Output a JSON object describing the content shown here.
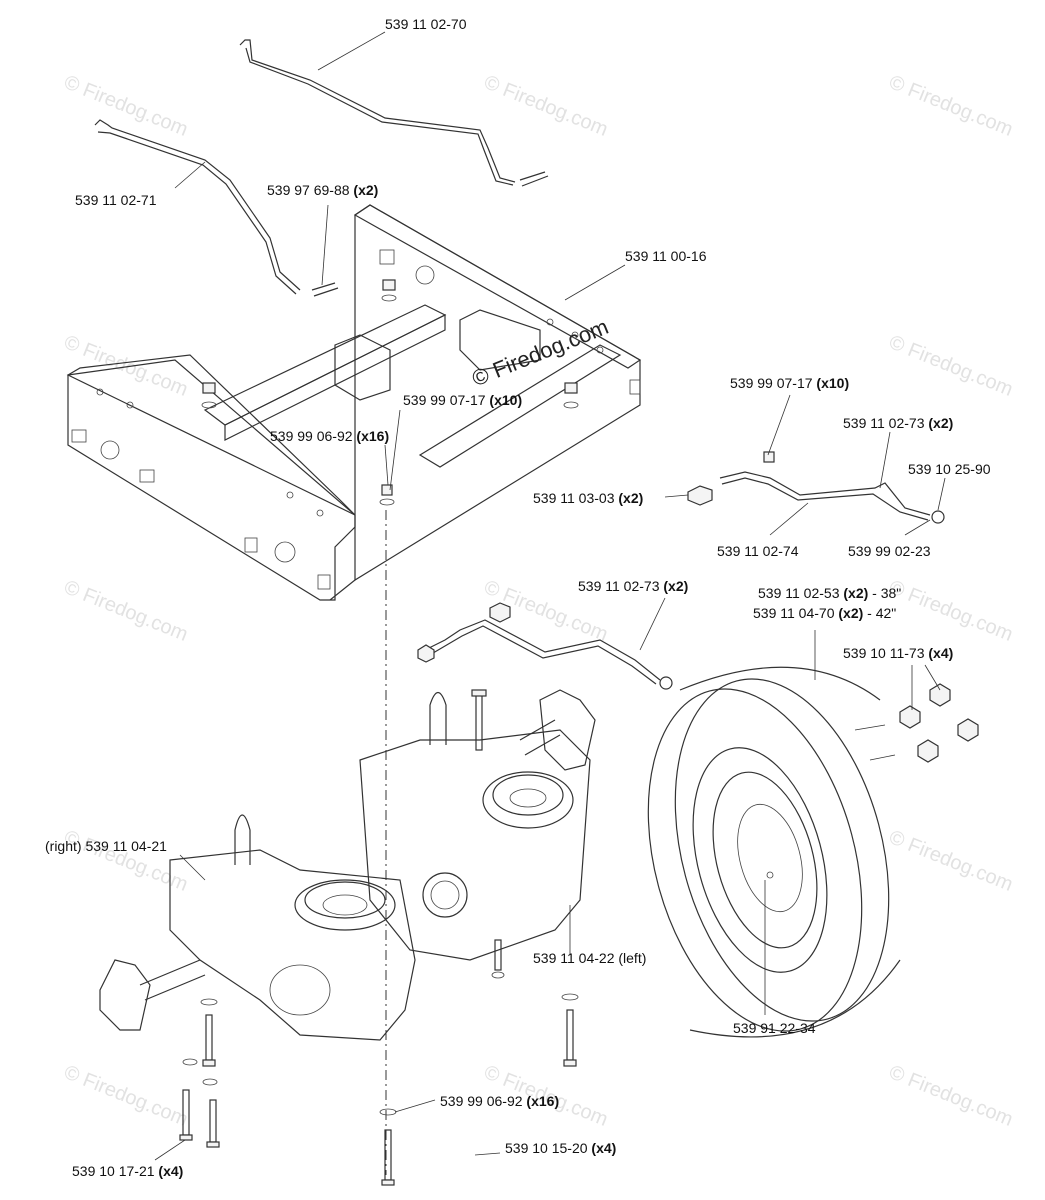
{
  "watermark": {
    "text": "© Firedog.com",
    "center_text": "© Firedog.com"
  },
  "labels": {
    "l1": {
      "part": "539 11 02-70",
      "qty": ""
    },
    "l2": {
      "part": "539 11 02-71",
      "qty": ""
    },
    "l3": {
      "part": "539 97 69-88",
      "qty": "(x2)"
    },
    "l4": {
      "part": "539 11 00-16",
      "qty": ""
    },
    "l5": {
      "part": "539 99 07-17",
      "qty": "(x10)"
    },
    "l6": {
      "part": "539 99 06-92",
      "qty": "(x16)"
    },
    "l7": {
      "part": "539 99 07-17",
      "qty": "(x10)"
    },
    "l8": {
      "part": "539 11 02-73",
      "qty": "(x2)"
    },
    "l9": {
      "part": "539 10 25-90",
      "qty": ""
    },
    "l10": {
      "part": "539 11 03-03",
      "qty": "(x2)"
    },
    "l11": {
      "part": "539 11 02-74",
      "qty": ""
    },
    "l12": {
      "part": "539 99 02-23",
      "qty": ""
    },
    "l13": {
      "part": "539 11 02-73",
      "qty": "(x2)"
    },
    "l14": {
      "part": "539 11 02-53",
      "qty": "(x2)",
      "suffix": "- 38\""
    },
    "l15": {
      "part": "539 11 04-70",
      "qty": "(x2)",
      "suffix": "- 42\""
    },
    "l16": {
      "part": "539 10 11-73",
      "qty": "(x4)"
    },
    "l17": {
      "part": "(right) 539 11 04-21",
      "qty": ""
    },
    "l18": {
      "part": "539 11 04-22 (left)",
      "qty": ""
    },
    "l19": {
      "part": "539 91 22-34",
      "qty": ""
    },
    "l20": {
      "part": "539 99 06-92",
      "qty": "(x16)"
    },
    "l21": {
      "part": "539 10 15-20",
      "qty": "(x4)"
    },
    "l22": {
      "part": "539 10 17-21",
      "qty": "(x4)"
    }
  }
}
